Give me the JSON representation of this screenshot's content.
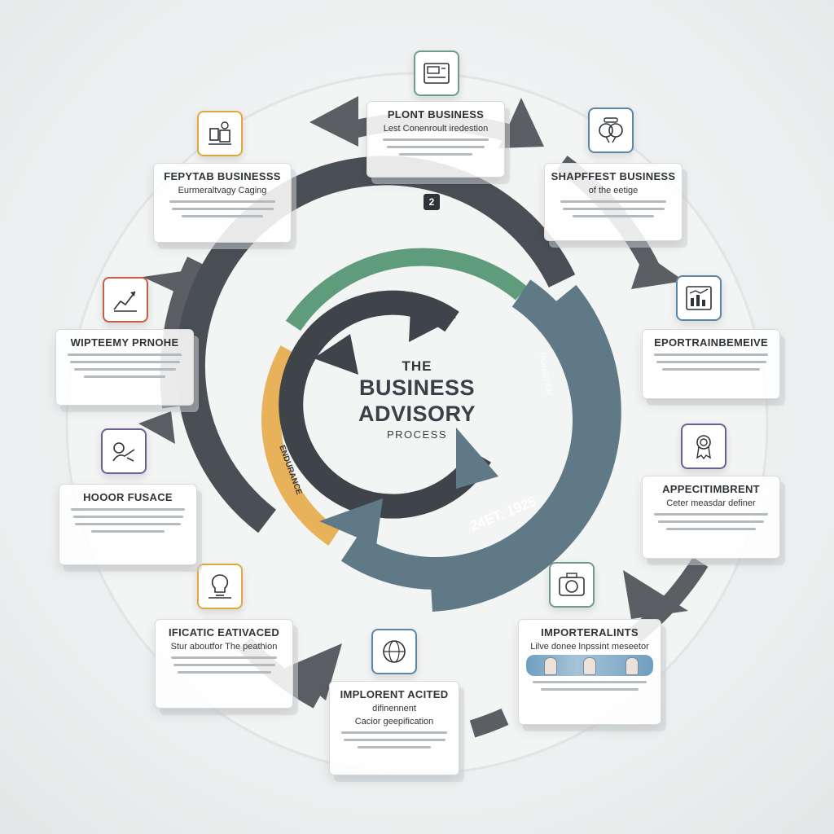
{
  "center": {
    "line1": "THE",
    "line2": "BUSINESS",
    "line3": "ADVISORY",
    "line4": "PROCESS"
  },
  "step_badge": "2",
  "ring_labels": {
    "left_yellow": "ENDURANCE",
    "bottom_dark": "24ET. 1925",
    "right_small": "TRANSITION"
  },
  "steps": [
    {
      "title": "PLONT BUSINESS",
      "subtitle": "Lest Conenroult iredestion",
      "icon": "document-icon"
    },
    {
      "title": "SHAPFFEST BUSINESS",
      "subtitle": "of the eetige",
      "icon": "balloons-icon"
    },
    {
      "title": "EPORTRAINBEMEIVE",
      "subtitle": "",
      "icon": "chart-icon"
    },
    {
      "title": "APPECITIMBRENT",
      "subtitle": "Ceter measdar definer",
      "icon": "award-icon"
    },
    {
      "title": "IMPORTERALINTS",
      "subtitle": "Lilve donee lnpssint meseetor",
      "icon": "camera-icon"
    },
    {
      "title": "IMPLORENT ACITED",
      "subtitle": "difinennent",
      "subtitle2": "Cacior geepification",
      "icon": "globe-icon"
    },
    {
      "title": "IFICATIC EATIVACED",
      "subtitle": "Stur aboutfor The peathion",
      "icon": "lightbulb-icon"
    },
    {
      "title": "HOOOR FUSACE",
      "subtitle": "",
      "icon": "handshake-icon"
    },
    {
      "title": "WIPTEEMY PRNOHE",
      "subtitle": "",
      "icon": "growth-icon"
    },
    {
      "title": "FEPYTAB BUSINESSS",
      "subtitle": "Eurmeraltvagy Caging",
      "icon": "team-icon"
    }
  ],
  "colors": {
    "ring_dark": "#4a4f55",
    "ring_teal": "#5f7a86",
    "ring_green": "#5f9c7b",
    "ring_yellow": "#e7b25a",
    "outer_arrows": "#5b5f63",
    "icon_yellow": "#e0a93a",
    "icon_blue": "#5b86a6",
    "icon_red": "#c0604a",
    "icon_purple": "#6c5f8f",
    "icon_green": "#6f9c86"
  }
}
